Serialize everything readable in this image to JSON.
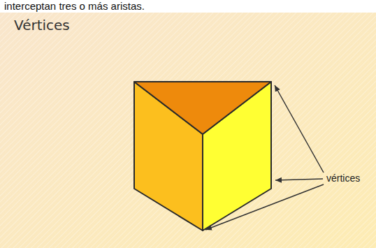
{
  "diagram": {
    "title": "Vértices",
    "labels": [
      "interceptan tres o más aristas.",
      "vértices"
    ]
  }
}
